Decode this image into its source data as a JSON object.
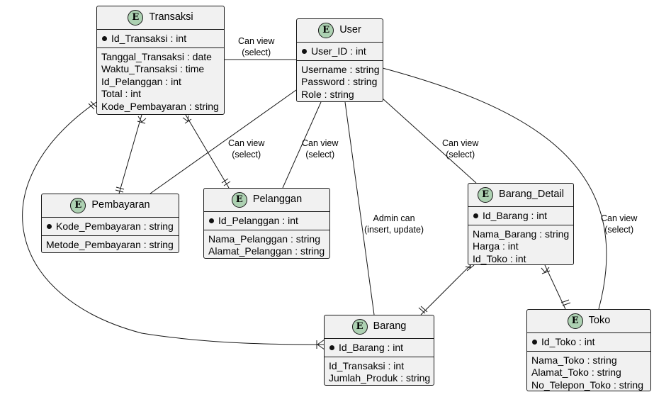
{
  "entities": {
    "transaksi": {
      "badge": "E",
      "name": "Transaksi",
      "pk": "Id_Transaksi : int",
      "attrs": [
        "Tanggal_Transaksi : date",
        "Waktu_Transaksi : time",
        "Id_Pelanggan : int",
        "Total : int",
        "Kode_Pembayaran : string"
      ]
    },
    "user": {
      "badge": "E",
      "name": "User",
      "pk": "User_ID : int",
      "attrs": [
        "Username : string",
        "Password : string",
        "Role : string"
      ]
    },
    "pembayaran": {
      "badge": "E",
      "name": "Pembayaran",
      "pk": "Kode_Pembayaran : string",
      "attrs": [
        "Metode_Pembayaran : string"
      ]
    },
    "pelanggan": {
      "badge": "E",
      "name": "Pelanggan",
      "pk": "Id_Pelanggan : int",
      "attrs": [
        "Nama_Pelanggan : string",
        "Alamat_Pelanggan : string"
      ]
    },
    "barang_detail": {
      "badge": "E",
      "name": "Barang_Detail",
      "pk": "Id_Barang : int",
      "attrs": [
        "Nama_Barang : string",
        "Harga : int",
        "Id_Toko : int"
      ]
    },
    "barang": {
      "badge": "E",
      "name": "Barang",
      "pk": "Id_Barang : int",
      "attrs": [
        "Id_Transaksi : int",
        "Jumlah_Produk : string"
      ]
    },
    "toko": {
      "badge": "E",
      "name": "Toko",
      "pk": "Id_Toko : int",
      "attrs": [
        "Nama_Toko : string",
        "Alamat_Toko : string",
        "No_Telepon_Toko : string"
      ]
    }
  },
  "relations": {
    "user_transaksi": [
      "Can view",
      "(select)"
    ],
    "user_pembayaran": [
      "Can view",
      "(select)"
    ],
    "user_pelanggan": [
      "Can view",
      "(select)"
    ],
    "user_barang_detail": [
      "Can view",
      "(select)"
    ],
    "user_barang": [
      "Admin can",
      "(insert, update)"
    ],
    "user_toko": [
      "Can view",
      "(select)"
    ]
  }
}
